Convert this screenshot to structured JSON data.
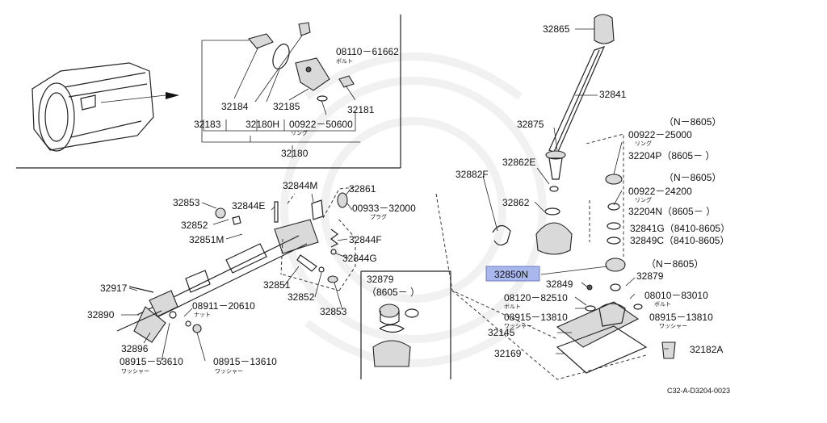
{
  "labels": {
    "p32865": "32865",
    "p32841": "32841",
    "p32875": "32875",
    "p32862E": "32862E",
    "p32862": "32862",
    "p32882F": "32882F",
    "p32850N": "32850N",
    "p32849": "32849",
    "p32879r": "32879",
    "n8605a": "（N－8605）",
    "p00922_25000": "00922－25000",
    "ring_a": "リング",
    "p32204P": "32204P（8605－ ）",
    "n8605b": "（N－8605）",
    "p00922_24200": "00922－24200",
    "ring_b": "リング",
    "p32204N": "32204N（8605－ ）",
    "p32841G": "32841G（8410-8605）",
    "p32849C": "32849C（8410-8605）",
    "n8605c": "（N－8605）",
    "p08010_83010": "08010－83010",
    "bolt_c": "ボルト",
    "p08120_82510": "08120－82510",
    "bolt_b": "ボルト",
    "p08915_13810a": "08915－13810",
    "washer_a": "ワッシャー",
    "p08915_13810b": "08915－13810",
    "washer_b": "ワッシャー",
    "p32145": "32145",
    "p32169": "32169",
    "p32182A": "32182A",
    "ref": "C32-A-D3204-0023",
    "p08110_61662": "08110－61662",
    "bolt_a": "ボルト",
    "p32184": "32184",
    "p32185": "32185",
    "p32181": "32181",
    "p32183": "32183",
    "p32180H": "32180H",
    "p00922_50600": "00922－50600",
    "ring_c": "リング",
    "p32180": "32180",
    "p32844M": "32844M",
    "p32861": "32861",
    "p00933_32000": "00933－32000",
    "plug": "プラグ",
    "p32853a": "32853",
    "p32844E": "32844E",
    "p32852a": "32852",
    "p32851M": "32851M",
    "p32844F": "32844F",
    "p32844G": "32844G",
    "p32851": "32851",
    "p32852b": "32852",
    "p32853b": "32853",
    "p32917": "32917",
    "p32890": "32890",
    "p08911_20610": "08911－20610",
    "nut": "ナット",
    "p32896": "32896",
    "p08915_53610": "08915－53610",
    "washer_c": "ワッシャー",
    "p08915_13610": "08915－13610",
    "washer_d": "ワッシャー",
    "box_title": "32879",
    "box_sub": "（8605－ ）"
  },
  "highlight": {
    "part": "32850N",
    "color": "#a9b8ec"
  }
}
